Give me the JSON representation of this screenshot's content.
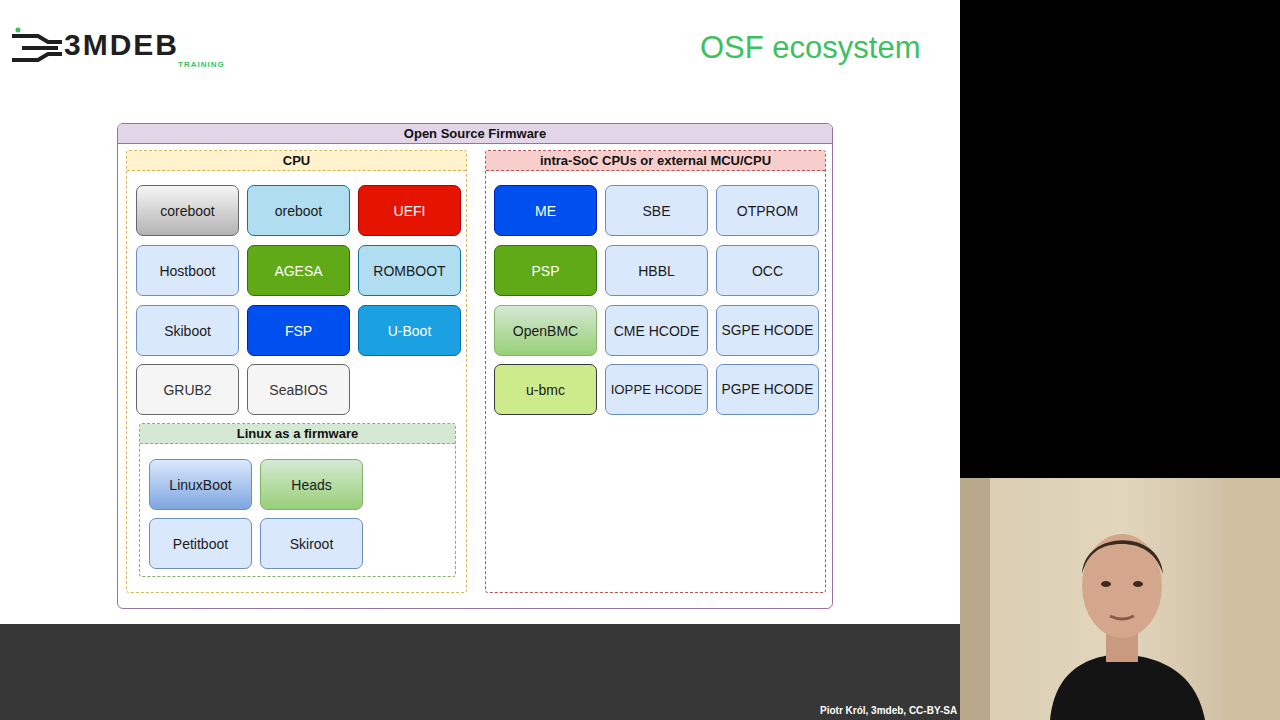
{
  "diagram": {
    "title": "OSF ecosystem",
    "nodes": [
      {
        "text": [
          "Open Source Firmware"
        ]
      },
      {
        "text": [
          "CPU"
        ],
        "in": 0
      },
      {
        "text": [
          "coreboot"
        ],
        "in": 1
      },
      {
        "text": [
          "oreboot"
        ],
        "in": 1
      },
      {
        "text": [
          "UEFI"
        ],
        "in": 1
      },
      {
        "text": [
          "Hostboot"
        ],
        "in": 1
      },
      {
        "text": [
          "AGESA"
        ],
        "in": 1
      },
      {
        "text": [
          "ROMBOOT"
        ],
        "in": 1
      },
      {
        "text": [
          "Skiboot"
        ],
        "in": 1
      },
      {
        "text": [
          "FSP"
        ],
        "in": 1
      },
      {
        "text": [
          "U-Boot"
        ],
        "in": 1
      },
      {
        "text": [
          "GRUB2"
        ],
        "in": 1
      },
      {
        "text": [
          "SeaBIOS"
        ],
        "in": 1
      },
      {
        "text": [
          "Linux as a firmware"
        ],
        "in": 1
      },
      {
        "text": [
          "LinuxBoot"
        ],
        "in": 13
      },
      {
        "text": [
          "Heads"
        ],
        "in": 13
      },
      {
        "text": [
          "Petitboot"
        ],
        "in": 13
      },
      {
        "text": [
          "Skiroot"
        ],
        "in": 13
      },
      {
        "text": [
          "intra-SoC CPUs or external MCU/CPU"
        ],
        "in": 0
      },
      {
        "text": [
          "ME"
        ],
        "in": 18
      },
      {
        "text": [
          "SBE"
        ],
        "in": 18
      },
      {
        "text": [
          "OTPROM"
        ],
        "in": 18
      },
      {
        "text": [
          "PSP"
        ],
        "in": 18
      },
      {
        "text": [
          "HBBL"
        ],
        "in": 18
      },
      {
        "text": [
          "OCC"
        ],
        "in": 18
      },
      {
        "text": [
          "OpenBMC"
        ],
        "in": 18
      },
      {
        "text": [
          "CME HCODE"
        ],
        "in": 18
      },
      {
        "text": [
          "SGPE HCODE"
        ],
        "in": 18
      },
      {
        "text": [
          "u-bmc"
        ],
        "in": 18
      },
      {
        "text": [
          "IOPPE HCODE"
        ],
        "in": 18
      },
      {
        "text": [
          "PGPE HCODE"
        ],
        "in": 18
      }
    ],
    "labels": [
      "3MDEB",
      "TRAINING",
      "Piotr Król, 3mdeb, CC-BY-SA"
    ]
  }
}
